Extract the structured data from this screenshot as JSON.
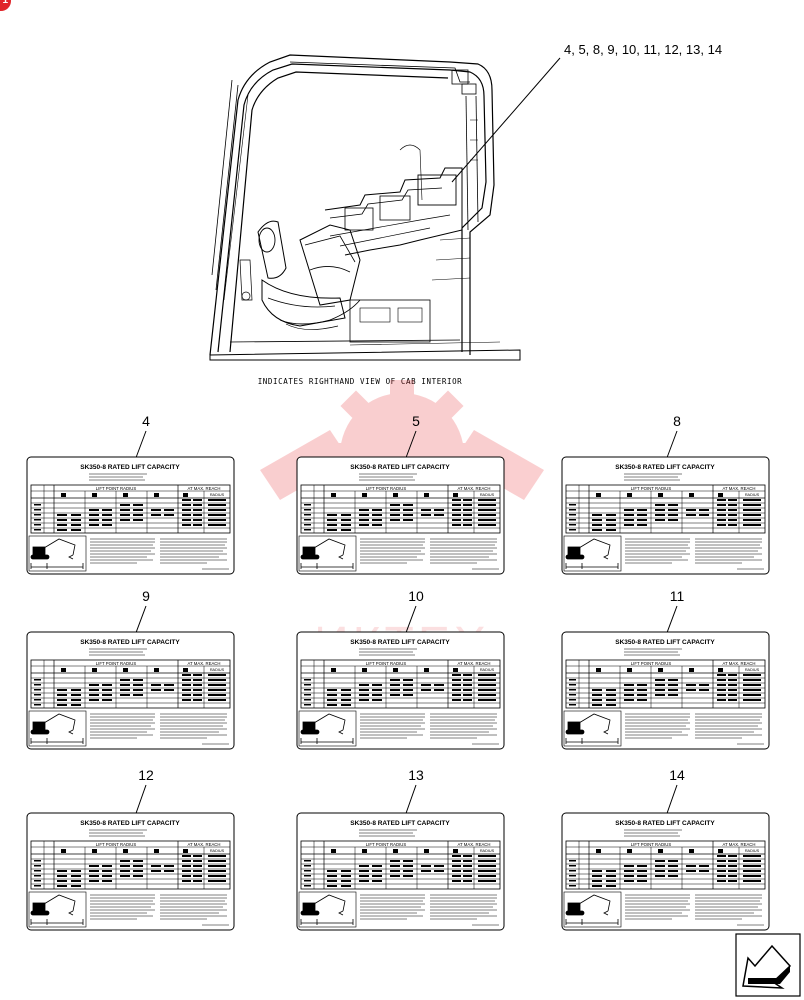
{
  "badge": {
    "text": "1"
  },
  "cab": {
    "callout_label": "4, 5, 8, 9, 10, 11, 12, 13, 14",
    "caption": "INDICATES RIGHTHAND VIEW OF CAB INTERIOR"
  },
  "decal": {
    "title": "SK350-8 RATED LIFT CAPACITY",
    "lift_point_radius": "LIFT POINT RADIUS",
    "at_max_reach": "AT MAX. REACH",
    "radius": "RADIUS"
  },
  "callouts": [
    "4",
    "5",
    "8",
    "9",
    "10",
    "11",
    "12",
    "13",
    "14"
  ],
  "watermark": {
    "text": "ИКТЕХ",
    "color": "#e8252a"
  },
  "colors": {
    "line": "#000000",
    "watermark": "#e8252a"
  },
  "nav": {
    "icon": "next-page-arrow-icon"
  }
}
